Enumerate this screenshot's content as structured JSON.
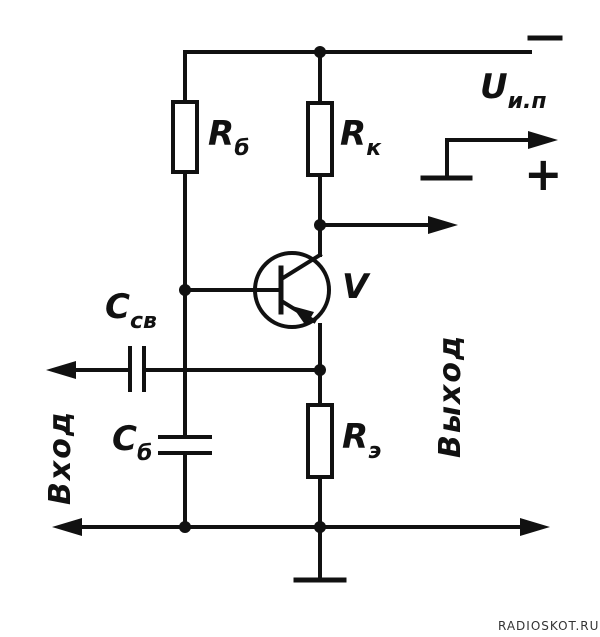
{
  "labels": {
    "rb_main": "R",
    "rb_sub": "б",
    "rk_main": "R",
    "rk_sub": "к",
    "re_main": "R",
    "re_sub": "э",
    "csv_main": "C",
    "csv_sub": "св",
    "cb_main": "C",
    "cb_sub": "б",
    "transistor": "V",
    "supply_main": "U",
    "supply_sub": "и.п",
    "minus": "−",
    "plus": "+",
    "input": "Вход",
    "output": "Выход"
  },
  "watermark": "RADIOSKOT.RU"
}
